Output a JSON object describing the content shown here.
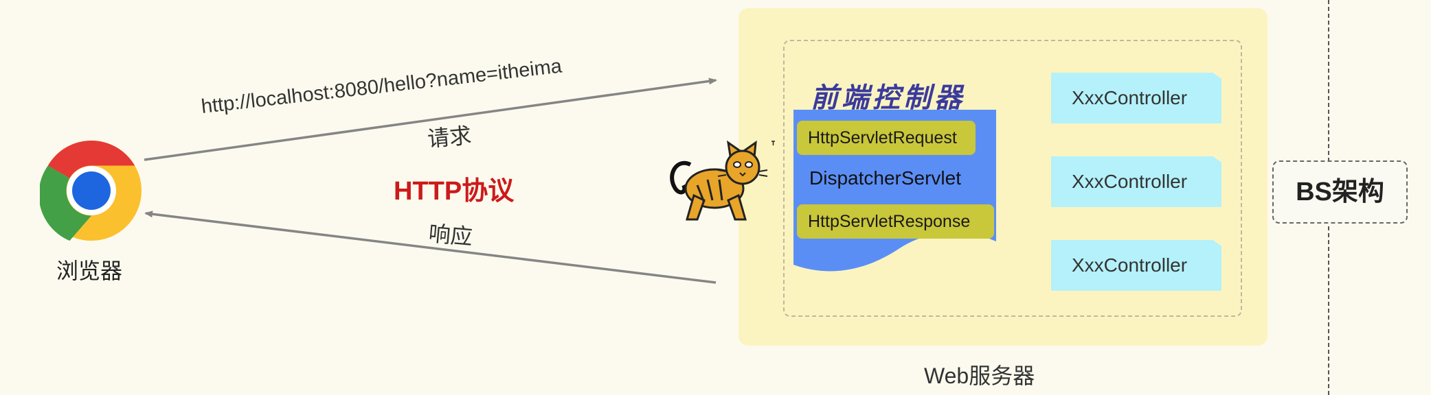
{
  "browser": {
    "label": "浏览器",
    "icon": "chrome-icon"
  },
  "request": {
    "url": "http://localhost:8080/hello?name=itheima",
    "label": "请求"
  },
  "protocol": {
    "label": "HTTP协议"
  },
  "response": {
    "label": "响应"
  },
  "web_server": {
    "label": "Web服务器",
    "icon": "tomcat-icon"
  },
  "front_controller": {
    "title": "前端控制器",
    "request_object": "HttpServletRequest",
    "servlet": "DispatcherServlet",
    "response_object": "HttpServletResponse"
  },
  "controllers": [
    "XxxController",
    "XxxController",
    "XxxController"
  ],
  "architecture": {
    "label": "BS架构"
  },
  "colors": {
    "background": "#fcfaee",
    "server_fill": "#fbf4c0",
    "front_controller_fill": "#5b8ef5",
    "pill_fill": "#c9c73a",
    "controller_fill": "#b4f1fa",
    "dispatch_arrow": "#d41e1e",
    "http_arrow": "#858585",
    "protocol_text": "#cc1a1a"
  }
}
